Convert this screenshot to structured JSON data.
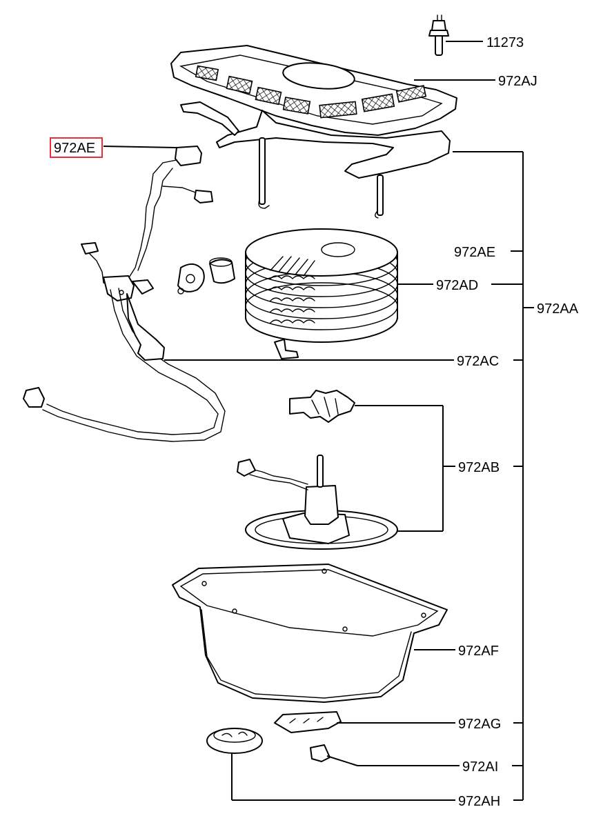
{
  "callouts": {
    "c11273": "11273",
    "c972AJ": "972AJ",
    "c972AE_top": "972AE",
    "c972AE_mid": "972AE",
    "c972AD": "972AD",
    "c972AA": "972AA",
    "c972AC": "972AC",
    "c972AB": "972AB",
    "c972AF": "972AF",
    "c972AG": "972AG",
    "c972AI": "972AI",
    "c972AH": "972AH"
  },
  "highlight": {
    "callout": "972AE",
    "color": "#e8303a"
  }
}
